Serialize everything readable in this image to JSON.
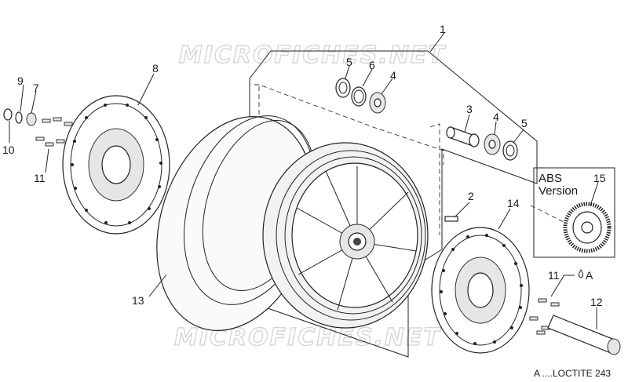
{
  "watermark": "MICROFICHES.NET",
  "abs_box": {
    "line1": "ABS",
    "line2": "Version"
  },
  "callouts": {
    "c1": "1",
    "c2": "2",
    "c3": "3",
    "c4a": "4",
    "c4b": "4",
    "c5a": "5",
    "c5b": "5",
    "c6": "6",
    "c7": "7",
    "c8": "8",
    "c9": "9",
    "c10": "10",
    "c11a": "11",
    "c11b": "11",
    "c12": "12",
    "c13": "13",
    "c14": "14",
    "c15": "15"
  },
  "loctite_mark": "A",
  "footnote": "A ....LOCTITE 243"
}
